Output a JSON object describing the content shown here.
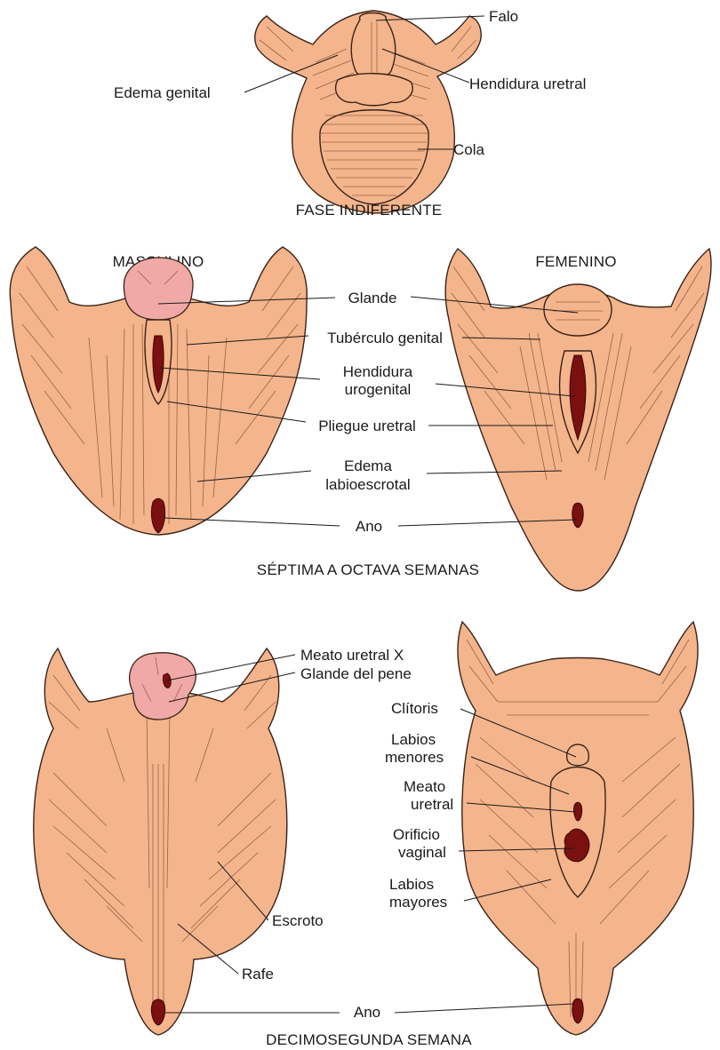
{
  "panels": {
    "indifferent": {
      "caption": "FASE INDIFERENTE",
      "labels": {
        "phallus": "Falo",
        "genital_swelling": "Edema genital",
        "urethral_groove": "Hendidura uretral",
        "tail": "Cola"
      }
    },
    "week7_8": {
      "caption": "SÉPTIMA A OCTAVA SEMANAS",
      "male_title": "MASCULINO",
      "female_title": "FEMENINO",
      "labels": {
        "glans": "Glande",
        "genital_tubercle": "Tubérculo genital",
        "urogenital_groove_1": "Hendidura",
        "urogenital_groove_2": "urogenital",
        "urethral_fold": "Pliegue uretral",
        "labioscrotal_1": "Edema",
        "labioscrotal_2": "labioescrotal",
        "anus": "Ano"
      }
    },
    "week12": {
      "caption": "DECIMOSEGUNDA SEMANA",
      "labels": {
        "urethral_meatus_male": "Meato uretral X",
        "glans_penis": "Glande del pene",
        "clitoris": "Clítoris",
        "labia_minora_1": "Labios",
        "labia_minora_2": "menores",
        "urethral_meatus_1": "Meato",
        "urethral_meatus_2": "uretral",
        "vaginal_orifice_1": "Orificio",
        "vaginal_orifice_2": "vaginal",
        "labia_majora_1": "Labios",
        "labia_majora_2": "mayores",
        "scrotum": "Escroto",
        "raphe": "Rafe",
        "anus": "Ano"
      }
    }
  },
  "colors": {
    "skin": "#f4b48c",
    "glans": "#f0a9a6",
    "cavity": "#7a1010",
    "line": "#1a1a1a"
  }
}
